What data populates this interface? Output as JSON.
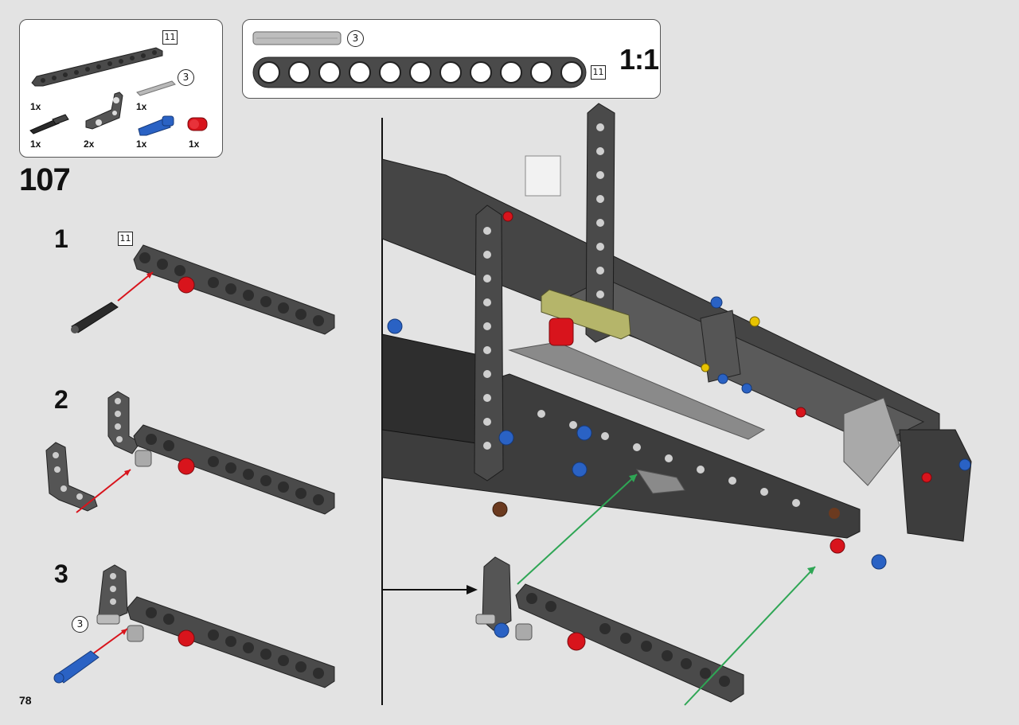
{
  "parts_box": {
    "beam_length_tag": "11",
    "axle_count_tag": "3",
    "quantities": [
      "1x",
      "1x",
      "1x",
      "2x",
      "1x",
      "1x"
    ]
  },
  "scale_box": {
    "axle_tag": "3",
    "beam_tag": "11",
    "scale_label": "1:1"
  },
  "main_step_number": "107",
  "substeps": [
    {
      "number": "1",
      "tag": "11"
    },
    {
      "number": "2"
    },
    {
      "number": "3",
      "tag": "3"
    }
  ],
  "page_number": "78",
  "colors": {
    "red_pin": "#d8141c",
    "blue_pin": "#2a62c4",
    "arrow_red": "#d8141c",
    "arrow_green": "#2fa655",
    "beam_dark": "#3d3d3d"
  }
}
